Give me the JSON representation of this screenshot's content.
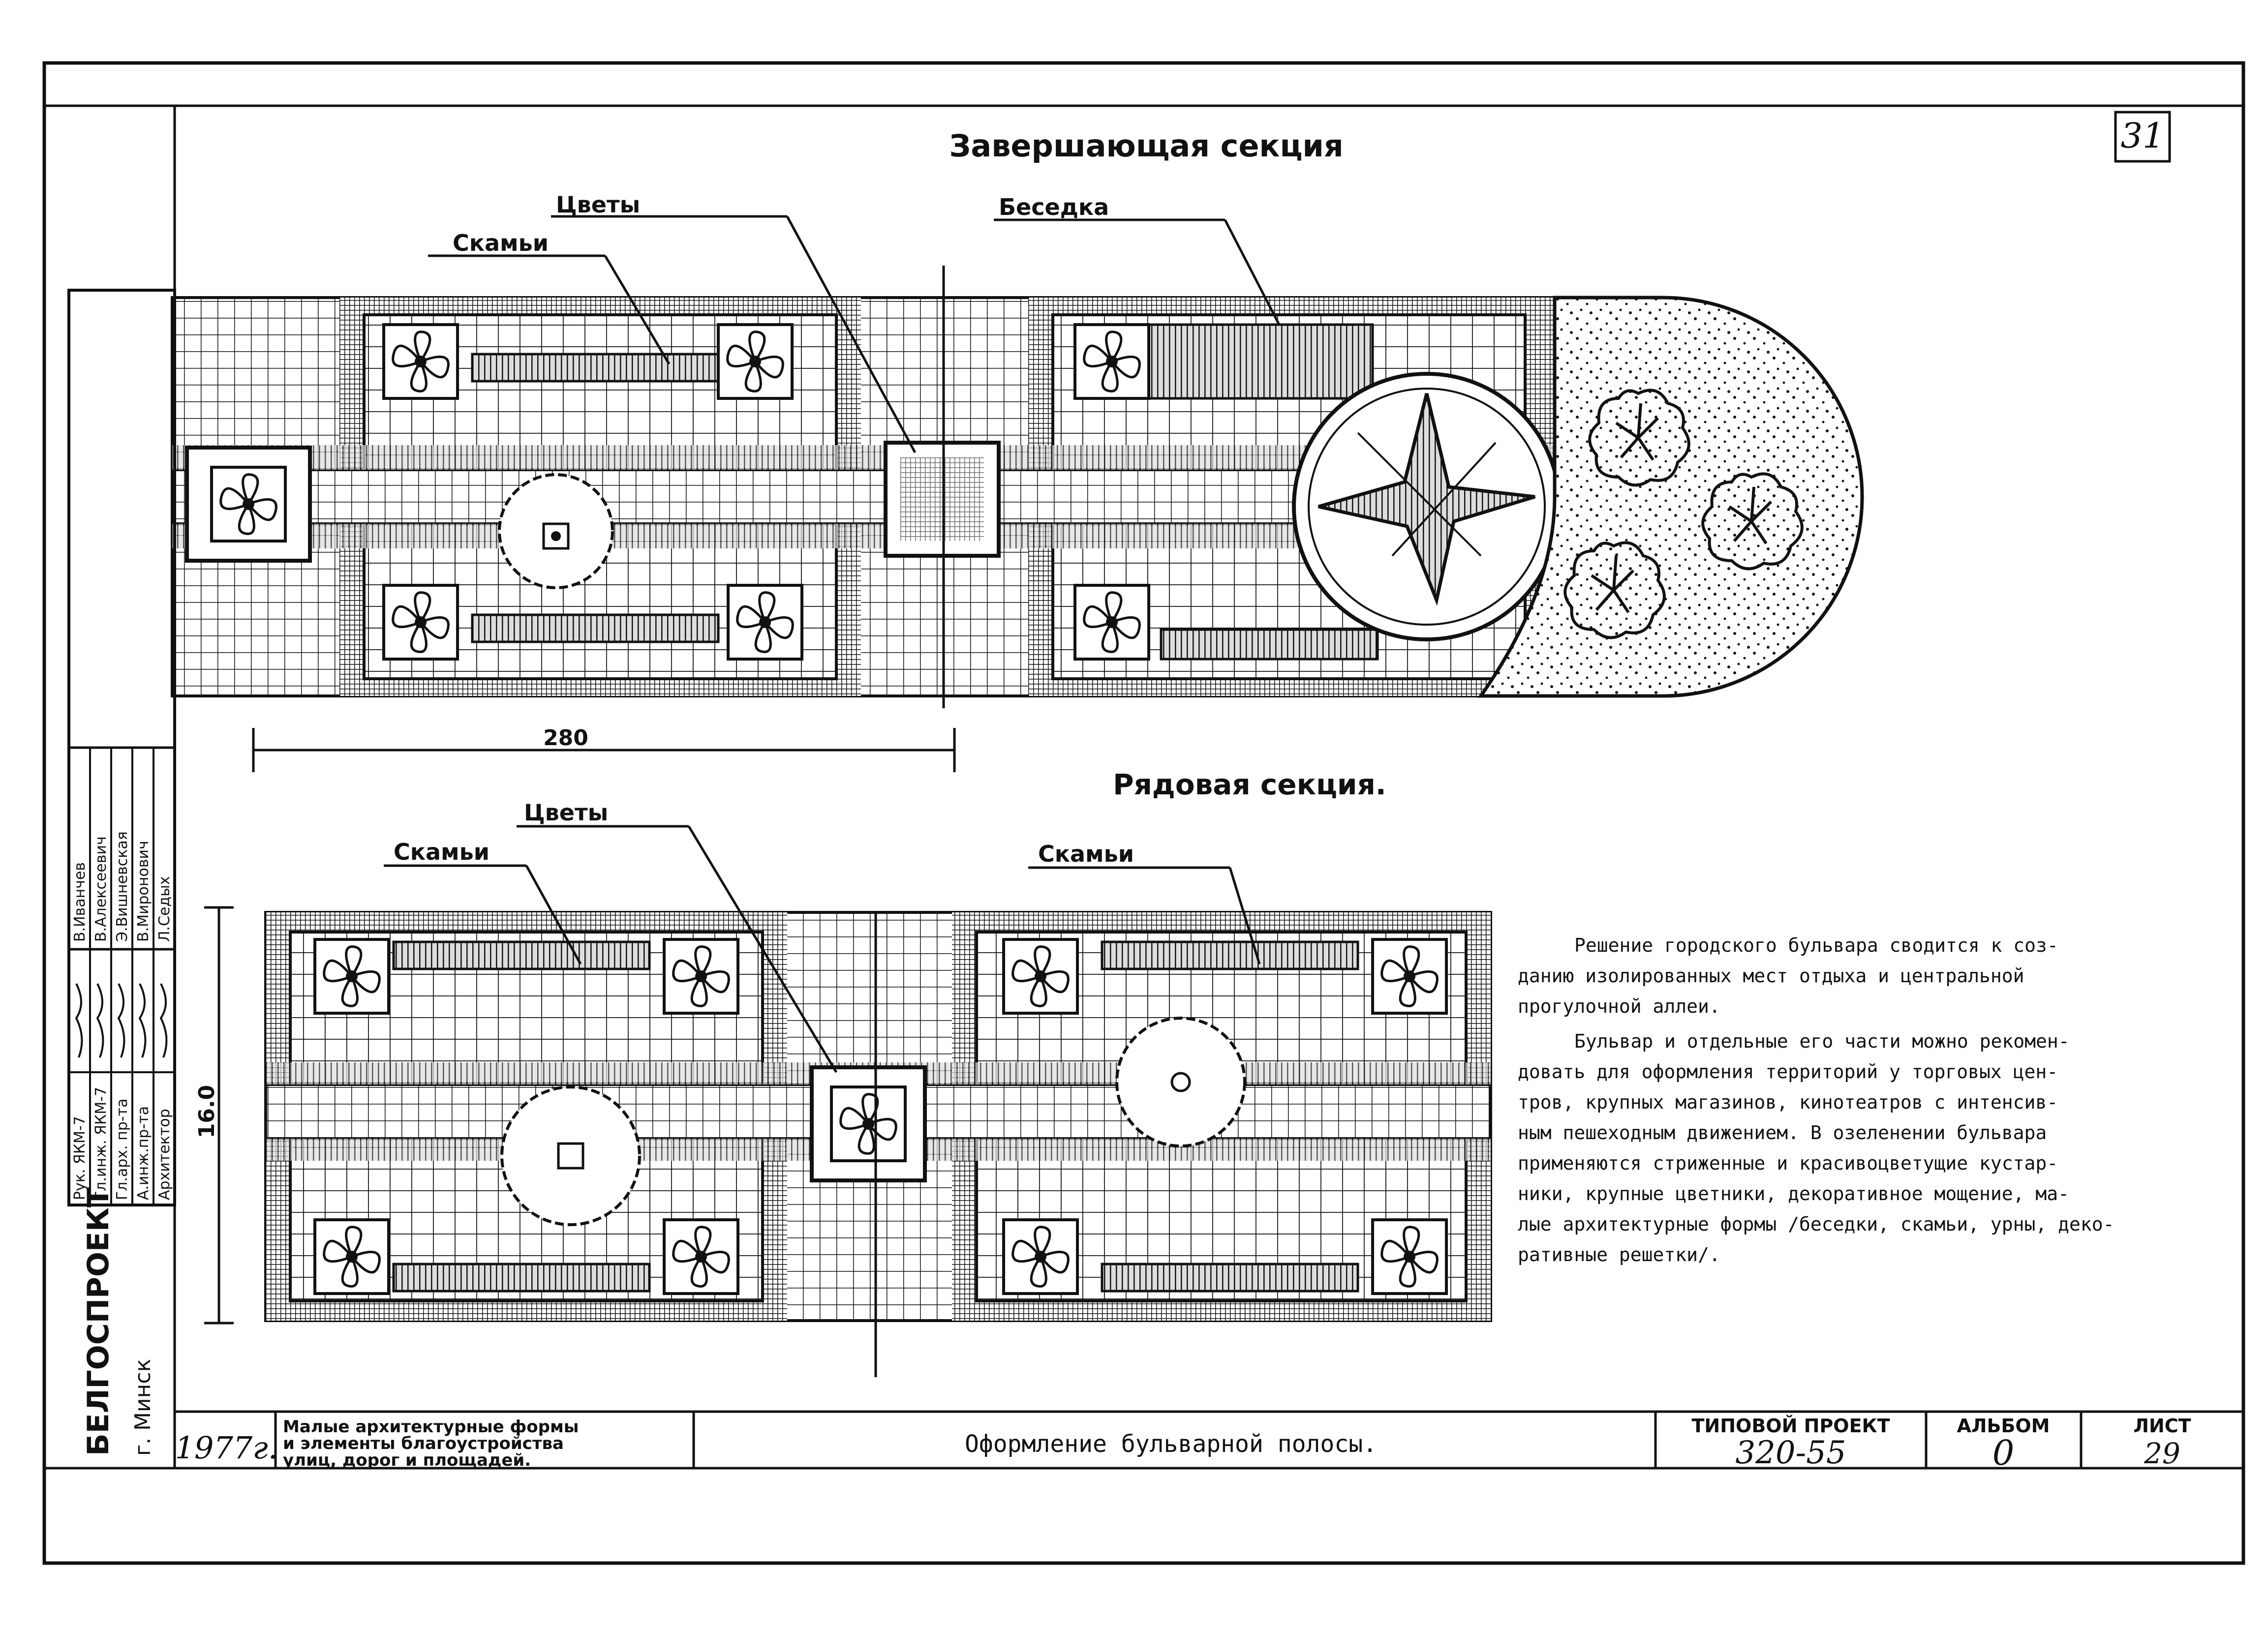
{
  "sheet_tag": "31",
  "top_section": {
    "title": "Завершающая секция",
    "labels": {
      "flowers": "Цветы",
      "benches": "Скамьи",
      "gazebo": "Беседка"
    },
    "dimension": "280"
  },
  "bottom_section": {
    "title": "Рядовая секция.",
    "labels": {
      "flowers": "Цветы",
      "benches_left": "Скамьи",
      "benches_right": "Скамьи"
    },
    "dimension": "16.0"
  },
  "description": [
    "Решение городского бульвара сводится к соз-",
    "данию изолированных мест отдыха и центральной",
    "прогулочной аллеи.",
    "Бульвар и отдельные его части можно рекомен-",
    "довать для оформления территорий у торговых цен-",
    "тров, крупных магазинов, кинотеатров с интенсив-",
    "ным пешеходным движением. В озеленении бульвара",
    "применяются стриженные и красивоцветущие кустар-",
    "ники, крупные цветники, декоративное мощение, ма-",
    "лые архитектурные формы /беседки, скамьи, урны, деко-",
    "ративные решетки/."
  ],
  "signatures": [
    {
      "role": "Рук. ЯКМ-7",
      "name": "В.Иванчев"
    },
    {
      "role": "Гл.инж. ЯКМ-7",
      "name": "В.Алексеевич"
    },
    {
      "role": "Гл.арх. пр-та",
      "name": "Э.Вишневская"
    },
    {
      "role": "А.инж.пр-та",
      "name": "В.Миронович"
    },
    {
      "role": "Архитектор",
      "name": "Л.Седых"
    }
  ],
  "org": {
    "name": "БЕЛГОСПРОЕКТ",
    "city": "г. Минск"
  },
  "title_block": {
    "year": "1977г.",
    "album_title": [
      "Малые архитектурные формы",
      "и элементы благоустройства",
      "улиц, дорог и площадей."
    ],
    "sheet_title": "Оформление бульварной полосы.",
    "project_label": "ТИПОВОЙ ПРОЕКТ",
    "project_number": "320-55",
    "album_label": "АЛЬБОМ",
    "album_number": "0",
    "sheet_label": "ЛИСТ",
    "sheet_number": "29"
  }
}
